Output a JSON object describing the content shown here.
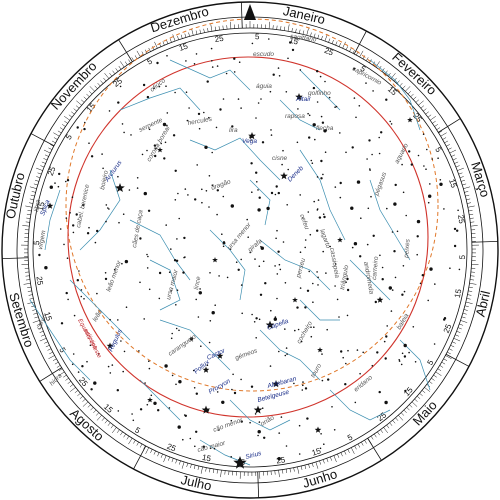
{
  "months": [
    "Janeiro",
    "Fevereiro",
    "Março",
    "Abril",
    "Maio",
    "Junho",
    "Julho",
    "Agosto",
    "Setembro",
    "Outubro",
    "Novembro",
    "Dezembro"
  ],
  "day_marks": [
    "5",
    "15",
    "25"
  ],
  "constellations": {
    "sagittario": "sagittario",
    "escudo": "escudo",
    "capricornio": "capricornio",
    "aguia": "águia",
    "golfinho": "golfinho",
    "aquario": "aquario",
    "raposa": "raposa",
    "flecha": "flecha",
    "ofiuco": "ofiúco",
    "serpente": "serpente",
    "hercules": "hercules",
    "lira": "lira",
    "cisne": "cisne",
    "pegasus": "pégasus",
    "corona": "corona boreal",
    "bootes": "boieiro",
    "draco": "dragão",
    "cefeu": "cefeu",
    "lacerta": "lagarto",
    "cassiopeia": "cassiopeia",
    "andromeda": "andrómeda",
    "peixes": "peixes",
    "cabeleira": "cabel. berenice",
    "ursa_menor": "ursa menor",
    "ursa_maior": "ursa maior",
    "canes": "cães de caça",
    "lince": "lince",
    "girafa": "girafa",
    "perseu": "perseu",
    "triangulo": "triângulo",
    "carneiro": "carneiro",
    "leao_menor": "leão menor",
    "virgem": "virgem",
    "libra": "libra",
    "baleia": "baleia",
    "leao": "leão",
    "cocheiro": "cocheiro",
    "touro": "touro",
    "corvo": "corvo",
    "hidra": "hidra",
    "caranguejo": "caranguejo",
    "gemeos": "gémeos",
    "cao_menor": "cão menor",
    "eridano": "eridano",
    "oriao": "orião",
    "cao_maior": "cão maior"
  },
  "stars": {
    "altair": "Altair",
    "vega": "Vega",
    "deneb": "Deneb",
    "arcturus": "Arcturus",
    "spica": "Spica",
    "regulus": "Regulus",
    "capella": "Capella",
    "castor": "Castor",
    "pollux": "Pollux",
    "procyon": "Procyon",
    "aldebaran": "Aldebaran",
    "betelgeuse": "Betelgeuse",
    "sirius": "Sirius"
  },
  "ecliptic_label": "Equador celeste",
  "ecliptic_label2": "eclíptica",
  "colors": {
    "horizon": "#d0342c",
    "ecliptic": "#e0782a",
    "lines": "#3b8eb0",
    "stars": "#111111",
    "names": "#1b2f8a",
    "marker": "#111111"
  }
}
